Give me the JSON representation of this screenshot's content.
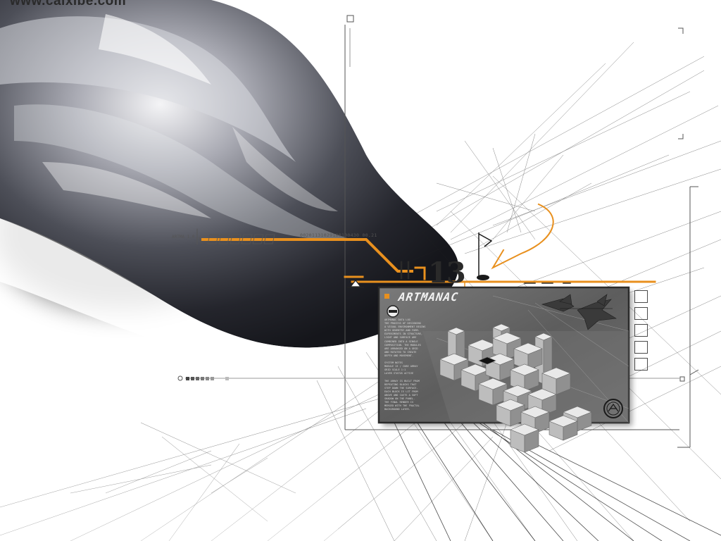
{
  "watermark": "www.caixibe.com",
  "panel": {
    "title": "ARTMANAC",
    "body_text": "ARTMANAC DATA LOG\nTHE PROCESS OF DESIGNING\nA VISUAL ENVIRONMENT BEGINS\nWITH GEOMETRY AND FORM.\nEXPERIMENTS IN STRUCTURE,\nLIGHT AND SURFACE ARE\nCOMBINED INTO A SINGLE\nCOMPOSITION. THE MODULES\nARE ARRANGED ON A GRID\nAND ROTATED TO CREATE\nDEPTH AND MOVEMENT.\n\nSYSTEM NOTES\nMODULE 13 / CUBE ARRAY\nGRID SCALE 1:1\nLAYER STATUS ACTIVE\n\nTHE ARRAY IS BUILT FROM\nREPEATING BLOCKS THAT\nSTEP DOWN THE SURFACE.\nEACH BLOCK IS LIT FROM\nABOVE AND CASTS A SOFT\nSHADOW ON THE PANEL.\nTHE FINAL RENDER IS\nMERGED WITH THE FRACTAL\nBACKGROUND LAYER."
  },
  "hud": {
    "serial": "00201131029100100430 00.21",
    "number": "13",
    "tiny_label": "ARTMA 1.0"
  },
  "colors": {
    "accent": "#e8901e",
    "panel_bg": "#5f5f5f",
    "panel_border": "#2b2b2b",
    "line": "#555555",
    "cube_top": "#e9e9e9",
    "cube_left": "#bdbdbd",
    "cube_right": "#8f8f8f"
  },
  "icons": {
    "flag": "flag-icon",
    "triangle": "triangle-marker-icon",
    "power": "power-icon",
    "emblem": "circular-emblem-icon",
    "aircraft": "aircraft-illustration"
  }
}
